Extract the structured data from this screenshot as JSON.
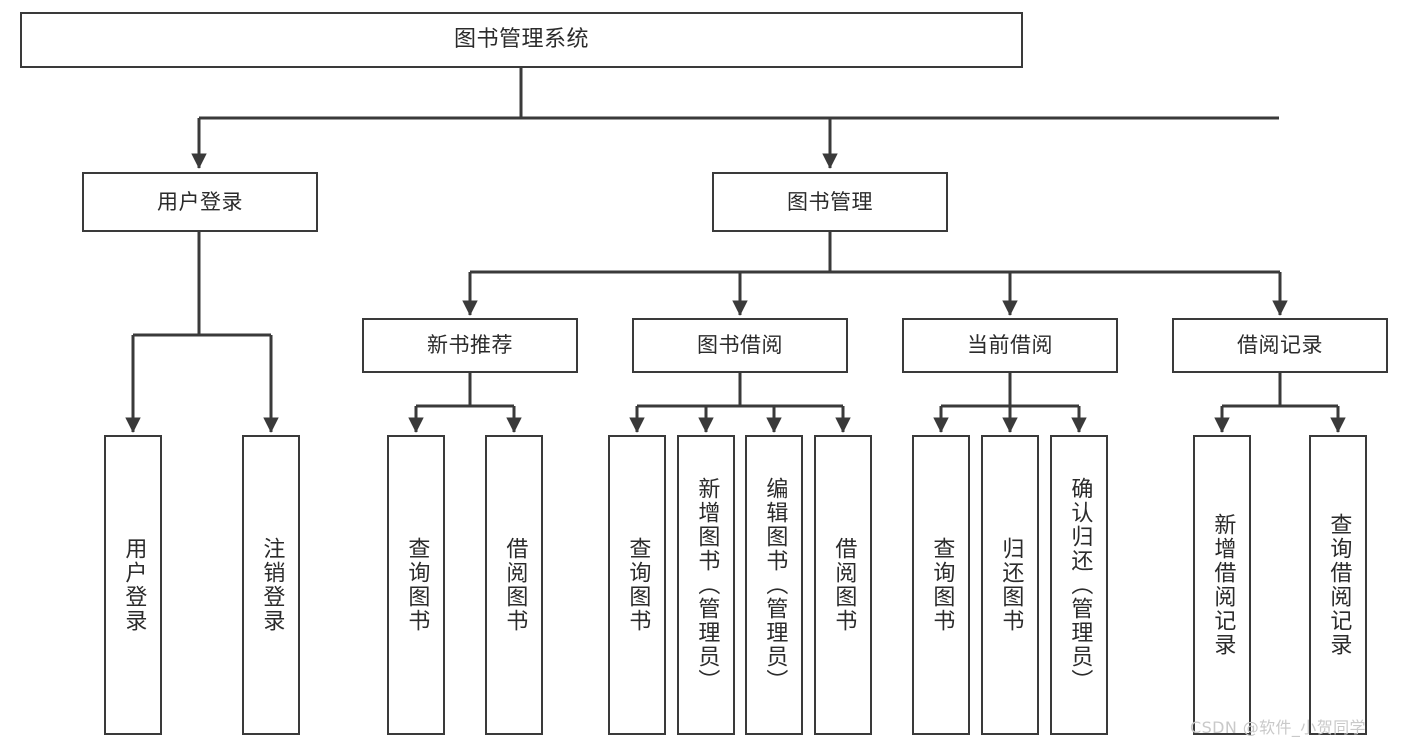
{
  "diagram": {
    "title_box": {
      "label": "图书管理系统"
    },
    "level2": [
      {
        "id": "user-login",
        "label": "用户登录"
      },
      {
        "id": "book-management",
        "label": "图书管理"
      }
    ],
    "level3": [
      {
        "id": "new-book-recommend",
        "label": "新书推荐"
      },
      {
        "id": "book-borrow",
        "label": "图书借阅"
      },
      {
        "id": "current-borrow",
        "label": "当前借阅"
      },
      {
        "id": "borrow-record",
        "label": "借阅记录"
      }
    ],
    "leaves": {
      "user_login": [
        {
          "id": "leaf-user-login",
          "label": "用户登录"
        },
        {
          "id": "leaf-logout",
          "label": "注销登录"
        }
      ],
      "new_book_recommend": [
        {
          "id": "leaf-query-book-1",
          "label": "查询图书"
        },
        {
          "id": "leaf-borrow-book-1",
          "label": "借阅图书"
        }
      ],
      "book_borrow": [
        {
          "id": "leaf-query-book-2",
          "label": "查询图书"
        },
        {
          "id": "leaf-add-book",
          "label": "新增图书（管理员）"
        },
        {
          "id": "leaf-edit-book",
          "label": "编辑图书（管理员）"
        },
        {
          "id": "leaf-borrow-book-2",
          "label": "借阅图书"
        }
      ],
      "current_borrow": [
        {
          "id": "leaf-query-book-3",
          "label": "查询图书"
        },
        {
          "id": "leaf-return-book",
          "label": "归还图书"
        },
        {
          "id": "leaf-confirm-return",
          "label": "确认归还（管理员）"
        }
      ],
      "borrow_record": [
        {
          "id": "leaf-add-record",
          "label": "新增借阅记录"
        },
        {
          "id": "leaf-query-record",
          "label": "查询借阅记录"
        }
      ]
    },
    "watermark": {
      "text": "CSDN @软件_小贺同学"
    },
    "colors": {
      "stroke": "#3a3a3a",
      "background": "#ffffff",
      "text": "#2b2b2b",
      "watermark": "#c9c9c9"
    }
  }
}
